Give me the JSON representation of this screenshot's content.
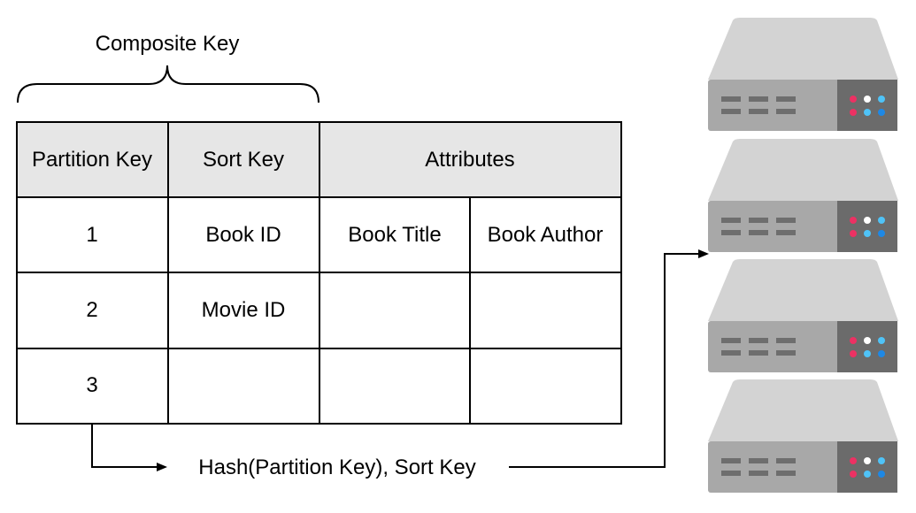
{
  "composite_label": "Composite Key",
  "table": {
    "headers": [
      "Partition Key",
      "Sort Key",
      "Attributes"
    ],
    "rows": [
      [
        "1",
        "Book ID",
        "Book Title",
        "Book Author"
      ],
      [
        "2",
        "Movie ID",
        "",
        ""
      ],
      [
        "3",
        "",
        "",
        ""
      ]
    ]
  },
  "flow_label": "Hash(Partition Key), Sort Key",
  "servers": {
    "count": 4,
    "led_colors": [
      "#ec3163",
      "#ffffff",
      "#4fc3f7",
      "#ec3163",
      "#4fc3f7",
      "#1e88e5"
    ]
  },
  "colors": {
    "header_fill": "#e6e6e6",
    "server_top": "#d3d3d3",
    "server_body": "#a8a8a8",
    "server_panel": "#6b6b6b",
    "server_slot": "#6e6e6e"
  }
}
